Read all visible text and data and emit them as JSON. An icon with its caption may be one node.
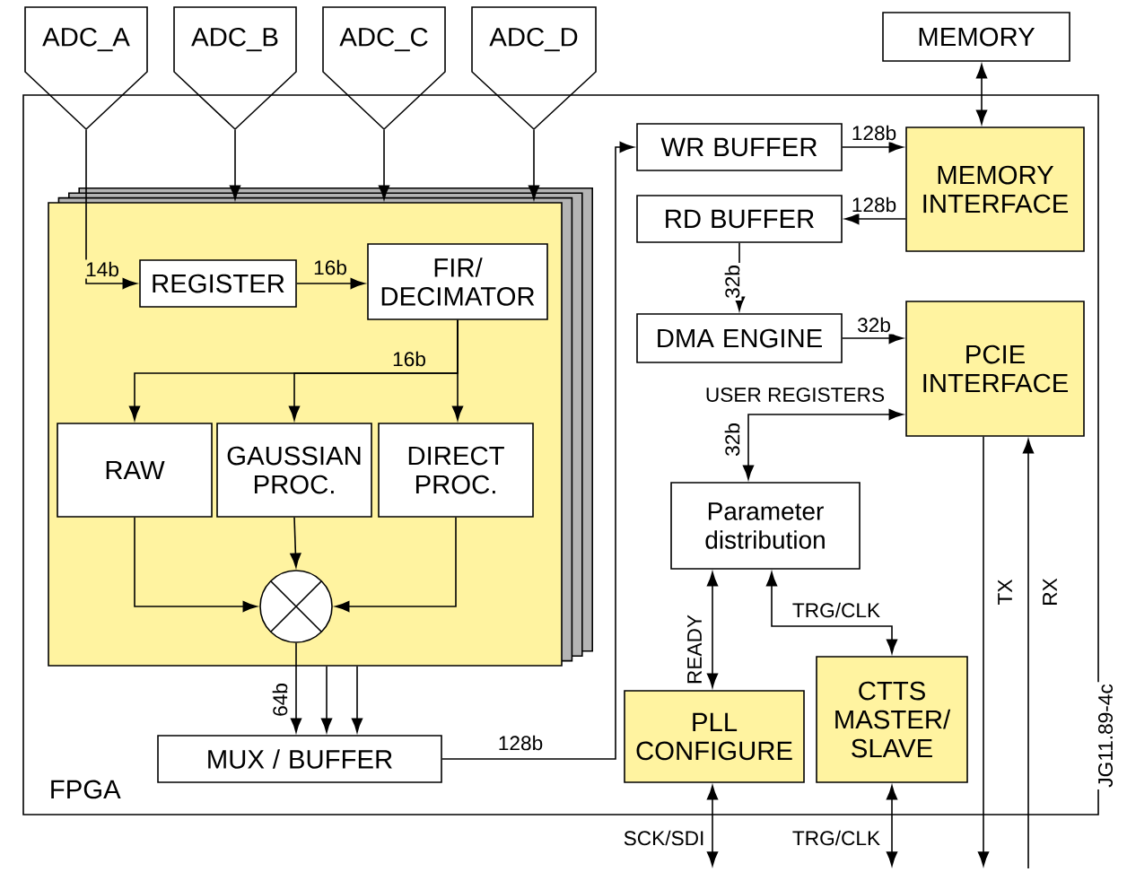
{
  "diagram": {
    "nodes": [
      {
        "text": [
          "FPGA"
        ]
      },
      {
        "text": [
          "ADC_A"
        ]
      },
      {
        "text": [
          "ADC_B"
        ]
      },
      {
        "text": [
          "ADC_C"
        ]
      },
      {
        "text": [
          "ADC_D"
        ]
      },
      {
        "text": [],
        "shape": "box",
        "in": 0
      },
      {
        "text": [
          "REGISTER"
        ],
        "in": 5
      },
      {
        "text": [
          "FIR/ DECIMATOR"
        ],
        "in": 5
      },
      {
        "text": [
          "RAW"
        ],
        "in": 5
      },
      {
        "text": [
          "GAUSSIAN PROC."
        ],
        "in": 5
      },
      {
        "text": [
          "DIRECT PROC."
        ],
        "in": 5
      },
      {
        "text": [],
        "shape": "circle",
        "in": 5
      },
      {
        "text": [
          "MUX / BUFFER"
        ],
        "in": 0
      },
      {
        "text": [
          "WR BUFFER"
        ],
        "in": 0
      },
      {
        "text": [
          "RD BUFFER"
        ],
        "in": 0
      },
      {
        "text": [
          "MEMORY INTERFACE"
        ],
        "in": 0
      },
      {
        "text": [
          "MEMORY"
        ]
      },
      {
        "text": [
          "DMA ENGINE"
        ],
        "in": 0
      },
      {
        "text": [
          "PCIE INTERFACE"
        ],
        "in": 0
      },
      {
        "text": [
          "Parameter distribution"
        ],
        "in": 0
      },
      {
        "text": [
          "PLL CONFIGURE"
        ],
        "in": 0
      },
      {
        "text": [
          "CTTS MASTER/ SLAVE"
        ],
        "in": 0
      }
    ],
    "edges": [
      {
        "from": 1,
        "to": 6,
        "arrow": "to",
        "label": "14b"
      },
      {
        "from": 2,
        "to": 5,
        "arrow": "to"
      },
      {
        "from": 3,
        "to": 5,
        "arrow": "to"
      },
      {
        "from": 4,
        "to": 5,
        "arrow": "to"
      },
      {
        "from": 6,
        "to": 7,
        "arrow": "to",
        "label": "16b"
      },
      {
        "from": 7,
        "to": 8,
        "arrow": "to",
        "label": "16b"
      },
      {
        "from": 7,
        "to": 9,
        "arrow": "to"
      },
      {
        "from": 7,
        "to": 10,
        "arrow": "to"
      },
      {
        "from": 8,
        "to": 11,
        "arrow": "to"
      },
      {
        "from": 9,
        "to": 11,
        "arrow": "to"
      },
      {
        "from": 10,
        "to": 11,
        "arrow": "to"
      },
      {
        "from": 11,
        "to": 12,
        "arrow": "to",
        "label": "64b"
      },
      {
        "from": 5,
        "to": 12,
        "arrow": "to"
      },
      {
        "from": 5,
        "to": 12,
        "arrow": "to"
      },
      {
        "from": 12,
        "to": 13,
        "arrow": "to",
        "label": "128b"
      },
      {
        "from": 13,
        "to": 15,
        "arrow": "to",
        "label": "128b"
      },
      {
        "from": 15,
        "to": 14,
        "arrow": "to",
        "label": "128b"
      },
      {
        "from": 16,
        "to": 15,
        "arrow": "both"
      },
      {
        "from": 14,
        "to": 17,
        "arrow": "to",
        "label": "32b"
      },
      {
        "from": 17,
        "to": 18,
        "arrow": "to",
        "label": "32b"
      },
      {
        "from": 18,
        "to": 19,
        "arrow": "both",
        "label": "USER REGISTERS"
      },
      {
        "from": 19,
        "to": 20,
        "arrow": "both",
        "label": "READY"
      },
      {
        "from": 19,
        "to": 21,
        "arrow": "both",
        "label": "TRG/CLK"
      },
      {
        "from": 20,
        "to": null,
        "arrow": "both",
        "label": "SCK/SDI"
      },
      {
        "from": 21,
        "to": null,
        "arrow": "both",
        "label": "TRG/CLK"
      },
      {
        "from": 18,
        "to": null,
        "arrow": "to",
        "label": "TX"
      },
      {
        "from": null,
        "to": 18,
        "arrow": "to",
        "label": "RX"
      }
    ],
    "labels": [
      "32b",
      "JG11.89-4c"
    ]
  }
}
